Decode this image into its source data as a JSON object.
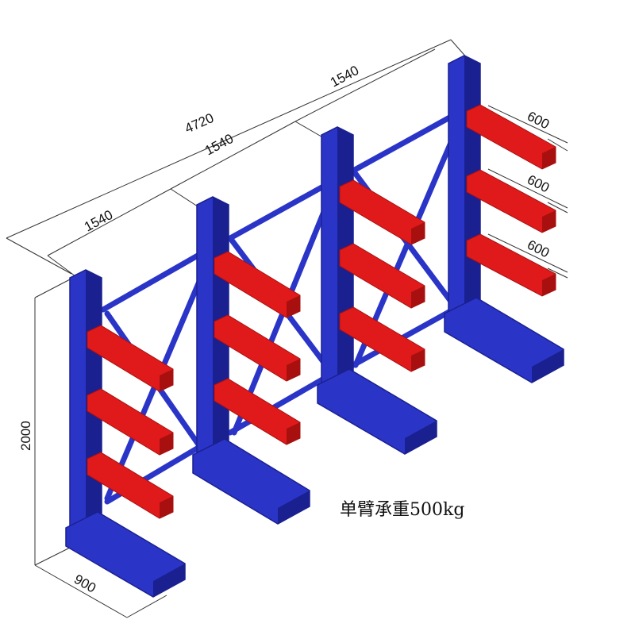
{
  "colors": {
    "frame": "#2a35c8",
    "frame_dark": "#1a2090",
    "frame_light": "#3f4ce0",
    "arm": "#e01a1a",
    "arm_dark": "#a81010",
    "dimension_line": "#333333"
  },
  "dimensions": {
    "total_length": "4720",
    "bay_1": "1540",
    "bay_2": "1540",
    "bay_3": "1540",
    "arm_1": "600",
    "arm_2": "600",
    "arm_3": "600",
    "height": "2000",
    "base_depth": "900"
  },
  "caption": "单臂承重500kg"
}
